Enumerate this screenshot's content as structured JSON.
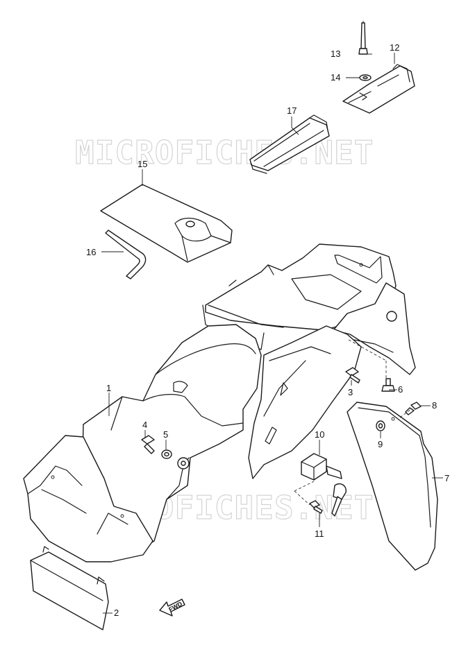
{
  "watermark": {
    "text_top": "MICROFICHES.NET",
    "text_bottom": "MICROFICHES.NET"
  },
  "parts": [
    {
      "id": "p1",
      "label": "1"
    },
    {
      "id": "p2",
      "label": "2"
    },
    {
      "id": "p3",
      "label": "3"
    },
    {
      "id": "p4",
      "label": "4"
    },
    {
      "id": "p5",
      "label": "5"
    },
    {
      "id": "p6",
      "label": "6"
    },
    {
      "id": "p7",
      "label": "7"
    },
    {
      "id": "p8",
      "label": "8"
    },
    {
      "id": "p9",
      "label": "9"
    },
    {
      "id": "p10",
      "label": "10"
    },
    {
      "id": "p11",
      "label": "11"
    },
    {
      "id": "p12",
      "label": "12"
    },
    {
      "id": "p13",
      "label": "13"
    },
    {
      "id": "p14",
      "label": "14"
    },
    {
      "id": "p15",
      "label": "15"
    },
    {
      "id": "p16",
      "label": "16"
    },
    {
      "id": "p17",
      "label": "17"
    }
  ],
  "fwd_arrow": {
    "text": "FWD"
  }
}
